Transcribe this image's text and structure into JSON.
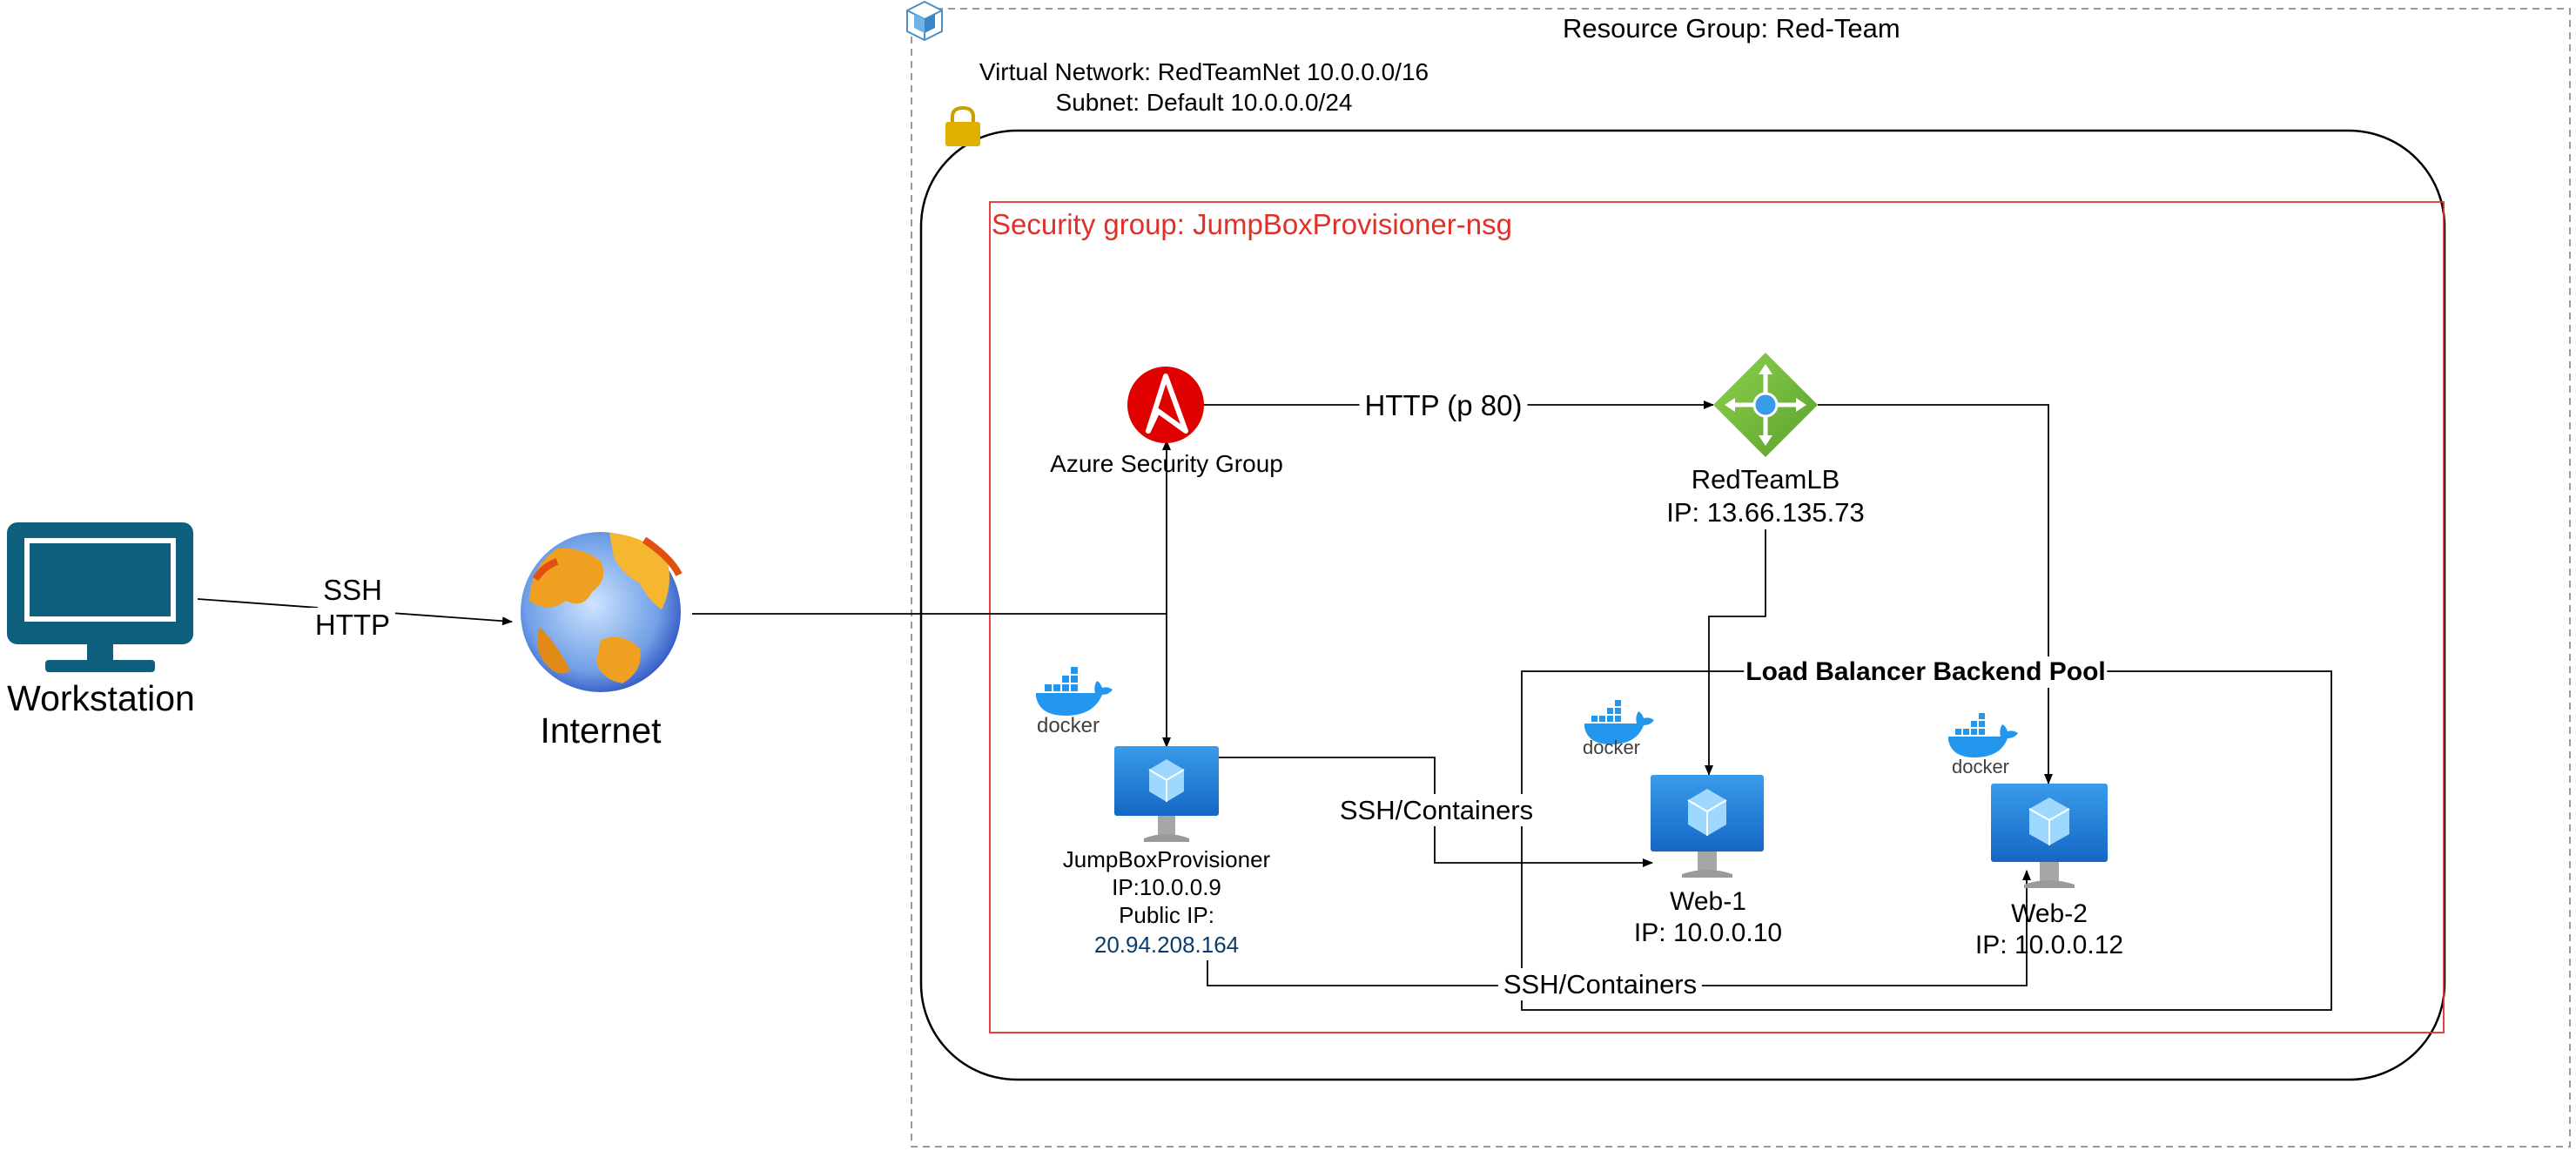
{
  "resource_group": {
    "label": "Resource Group: Red-Team"
  },
  "vnet": {
    "label": "Virtual Network: RedTeamNet 10.0.0.0/16",
    "subnet_label": "Subnet: Default 10.0.0.0/24"
  },
  "security_group": {
    "label": "Security group: JumpBoxProvisioner-nsg",
    "color": "#e0302a"
  },
  "workstation": {
    "label": "Workstation",
    "icon": "monitor-icon",
    "color": "#0f5f7e"
  },
  "internet": {
    "label": "Internet",
    "icon": "globe-icon"
  },
  "workstation_link": {
    "line1": "SSH",
    "line2": "HTTP"
  },
  "ansible": {
    "label": "Azure Security Group",
    "icon": "ansible-icon",
    "color": "#e00000"
  },
  "http_link": {
    "label": "HTTP (p 80)"
  },
  "load_balancer": {
    "name": "RedTeamLB",
    "ip": "IP: 13.66.135.73",
    "icon": "load-balancer-icon",
    "color": "#7ac143"
  },
  "backend_pool": {
    "label": "Load Balancer Backend Pool"
  },
  "jumpbox": {
    "name": "JumpBoxProvisioner",
    "ip": "IP:10.0.0.9",
    "public_ip_label": "Public IP:",
    "public_ip": "20.94.208.164",
    "public_ip_color": "#0b3d6b"
  },
  "web1": {
    "name": "Web-1",
    "ip": "IP: 10.0.0.10"
  },
  "web2": {
    "name": "Web-2",
    "ip": "IP: 10.0.0.12"
  },
  "ssh_links": {
    "upper": "SSH/Containers",
    "lower": "SSH/Containers"
  },
  "docker": {
    "label": "docker",
    "color": "#2396ed"
  },
  "vm_color": "#1c7fd6"
}
